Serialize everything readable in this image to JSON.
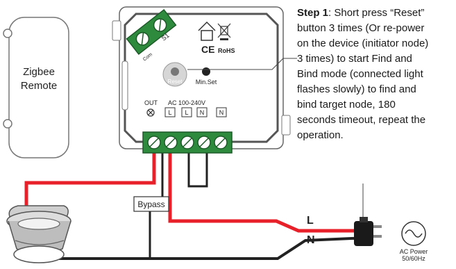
{
  "remote": {
    "line1": "Zigbee",
    "line2": "Remote"
  },
  "device": {
    "terminal_top_label": "S1",
    "terminal_com_label": "Com",
    "rohs": "RoHS",
    "ce": "CE",
    "reset_label": "Reset",
    "minset_label": "Min.Set",
    "out_label": "OUT",
    "ac_label": "AC 100-240V",
    "t1": "L",
    "t2": "L",
    "t3": "N",
    "t4": "N"
  },
  "bypass": "Bypass",
  "mains": {
    "l": "L",
    "n": "N"
  },
  "power": {
    "line1": "AC Power",
    "line2": "50/60Hz"
  },
  "instruction": {
    "step": "Step 1",
    "lines": [
      ": Short press “Reset”",
      "button 3 times (Or re-power",
      "on the device (initiator node)",
      "3 times) to start Find and",
      "Bind mode (connected light",
      "flashes slowly) to find and",
      "bind target node, 180",
      "seconds timeout, repeat the",
      "operation."
    ]
  },
  "colors": {
    "live": "#e8202a",
    "neutral": "#222222",
    "terminal": "#2e8b3e"
  }
}
